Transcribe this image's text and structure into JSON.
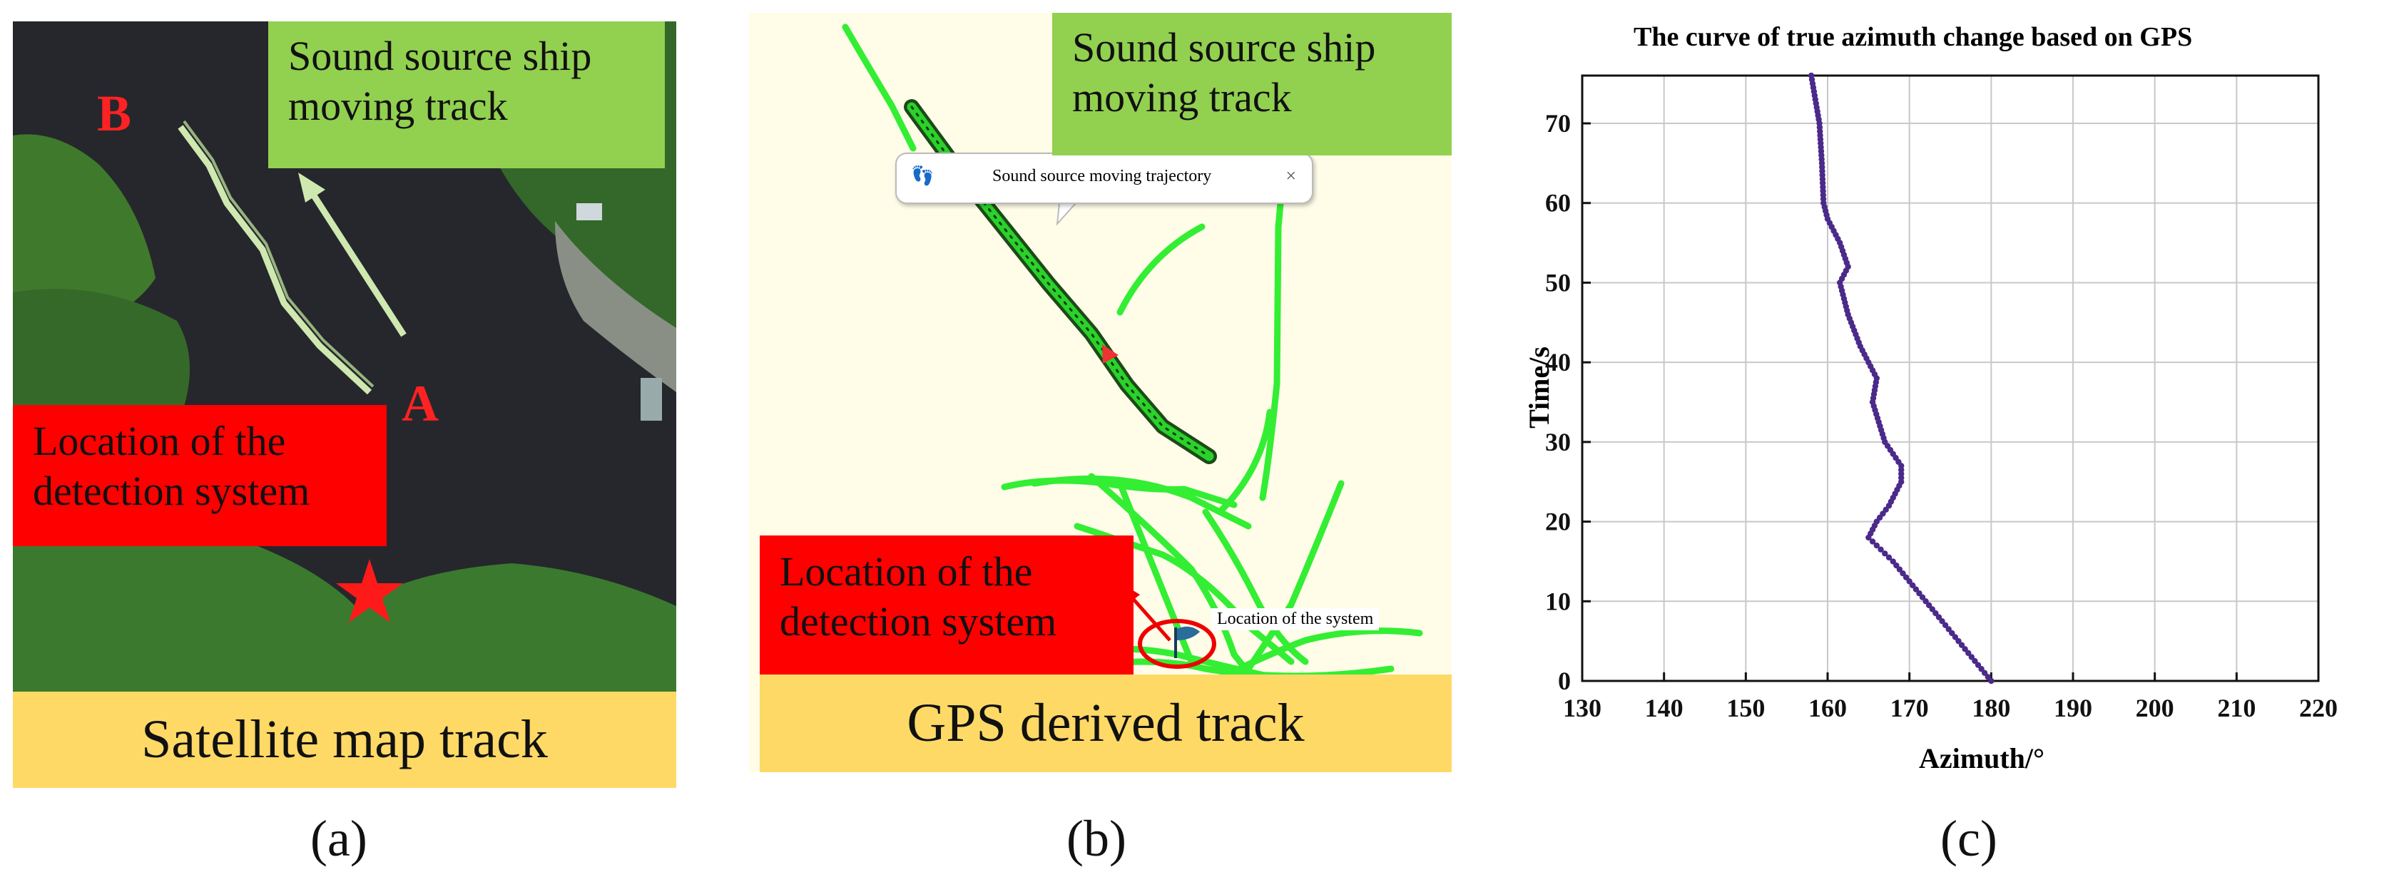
{
  "panel_a": {
    "letter_b": "B",
    "letter_a": "A",
    "track_box": "Sound source ship\nmoving track",
    "location_box": "Location of the\ndetection system",
    "bottom_box": "Satellite map track",
    "caption": "(a)"
  },
  "panel_b": {
    "track_box": "Sound source ship\nmoving track",
    "tooltip": "Sound source moving trajectory",
    "tooltip_close": "×",
    "location_box": "Location of the\ndetection system",
    "system_label": "Location of the system",
    "bottom_box": "GPS derived track",
    "caption": "(b)"
  },
  "panel_c": {
    "caption": "(c)"
  },
  "colors": {
    "water": "#26272c",
    "land": "#3f7a2c",
    "track_light": "#cfe8b0",
    "gps_track": "#33ee33",
    "plot_marker": "#4b2a8a"
  },
  "chart_data": {
    "type": "scatter",
    "title": "The curve of true azimuth change based on GPS",
    "xlabel": "Azimuth/°",
    "ylabel": "Time/s",
    "xlim": [
      130,
      220
    ],
    "ylim": [
      0,
      76
    ],
    "x_ticks": [
      130,
      140,
      150,
      160,
      170,
      180,
      190,
      200,
      210,
      220
    ],
    "y_ticks": [
      0,
      10,
      20,
      30,
      40,
      50,
      60,
      70
    ],
    "grid": true,
    "series": [
      {
        "keypoints_time": [
          0,
          5,
          10,
          15,
          18,
          20,
          22,
          25,
          27,
          30,
          35,
          38,
          42,
          46,
          50,
          52,
          55,
          58,
          60,
          65,
          70,
          73,
          76
        ],
        "keypoints_azimuth": [
          180,
          176,
          172,
          168,
          165,
          166,
          167.5,
          169,
          169,
          167,
          165.5,
          166,
          164,
          162.5,
          161.5,
          162.5,
          161.5,
          160,
          159.5,
          159.3,
          159,
          158.5,
          158
        ]
      }
    ]
  }
}
